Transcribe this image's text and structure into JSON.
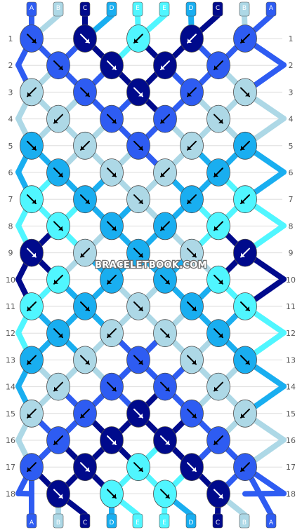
{
  "watermark": "BRACELETBOOK.COM",
  "colors": {
    "A": "#2e5cf2",
    "B": "#add8e6",
    "C": "#000a8c",
    "D": "#19aef0",
    "E": "#50f6ff"
  },
  "strings_top": [
    "A",
    "B",
    "C",
    "D",
    "E",
    "E",
    "D",
    "C",
    "B",
    "A"
  ],
  "strings_bottom": [
    "A",
    "B",
    "C",
    "D",
    "E",
    "E",
    "D",
    "C",
    "B",
    "A"
  ],
  "row_labels": [
    "1",
    "2",
    "3",
    "4",
    "5",
    "6",
    "7",
    "8",
    "9",
    "10",
    "11",
    "12",
    "13",
    "14",
    "15",
    "16",
    "17",
    "18"
  ],
  "knots": [
    [
      [
        "A",
        "se"
      ],
      [
        "C",
        "se"
      ],
      [
        "E",
        "sw"
      ],
      [
        "C",
        "sw"
      ],
      [
        "A",
        "sw"
      ]
    ],
    [
      [
        "A",
        "se"
      ],
      [
        "C",
        "se"
      ],
      [
        "C",
        "sw"
      ],
      [
        "A",
        "sw"
      ]
    ],
    [
      [
        "B",
        "sw"
      ],
      [
        "A",
        "se"
      ],
      [
        "C",
        "se"
      ],
      [
        "A",
        "sw"
      ],
      [
        "B",
        "se"
      ]
    ],
    [
      [
        "B",
        "sw"
      ],
      [
        "A",
        "se"
      ],
      [
        "A",
        "sw"
      ],
      [
        "B",
        "se"
      ]
    ],
    [
      [
        "D",
        "se"
      ],
      [
        "B",
        "sw"
      ],
      [
        "A",
        "se"
      ],
      [
        "B",
        "sw"
      ],
      [
        "D",
        "sw"
      ]
    ],
    [
      [
        "D",
        "se"
      ],
      [
        "B",
        "se"
      ],
      [
        "B",
        "sw"
      ],
      [
        "D",
        "sw"
      ]
    ],
    [
      [
        "E",
        "se"
      ],
      [
        "D",
        "se"
      ],
      [
        "B",
        "se"
      ],
      [
        "D",
        "sw"
      ],
      [
        "E",
        "sw"
      ]
    ],
    [
      [
        "E",
        "se"
      ],
      [
        "D",
        "se"
      ],
      [
        "D",
        "sw"
      ],
      [
        "E",
        "sw"
      ]
    ],
    [
      [
        "C",
        "se"
      ],
      [
        "B",
        "sw"
      ],
      [
        "D",
        "se"
      ],
      [
        "B",
        "se"
      ],
      [
        "C",
        "sw"
      ]
    ],
    [
      [
        "E",
        "sw"
      ],
      [
        "D",
        "sw"
      ],
      [
        "D",
        "se"
      ],
      [
        "E",
        "se"
      ]
    ],
    [
      [
        "E",
        "sw"
      ],
      [
        "D",
        "se"
      ],
      [
        "B",
        "se"
      ],
      [
        "D",
        "se"
      ],
      [
        "E",
        "se"
      ]
    ],
    [
      [
        "D",
        "se"
      ],
      [
        "B",
        "sw"
      ],
      [
        "B",
        "se"
      ],
      [
        "D",
        "se"
      ]
    ],
    [
      [
        "D",
        "sw"
      ],
      [
        "B",
        "se"
      ],
      [
        "A",
        "se"
      ],
      [
        "B",
        "se"
      ],
      [
        "D",
        "se"
      ]
    ],
    [
      [
        "B",
        "sw"
      ],
      [
        "A",
        "se"
      ],
      [
        "A",
        "se"
      ],
      [
        "B",
        "sw"
      ]
    ],
    [
      [
        "B",
        "sw"
      ],
      [
        "A",
        "sw"
      ],
      [
        "C",
        "se"
      ],
      [
        "A",
        "se"
      ],
      [
        "B",
        "sw"
      ]
    ],
    [
      [
        "A",
        "sw"
      ],
      [
        "C",
        "se"
      ],
      [
        "C",
        "se"
      ],
      [
        "A",
        "sw"
      ]
    ],
    [
      [
        "A",
        "sw"
      ],
      [
        "C",
        "se"
      ],
      [
        "E",
        "se"
      ],
      [
        "C",
        "se"
      ],
      [
        "A",
        "sw"
      ]
    ],
    [
      [
        "C",
        "se"
      ],
      [
        "E",
        "se"
      ],
      [
        "E",
        "se"
      ],
      [
        "C",
        "se"
      ]
    ]
  ]
}
